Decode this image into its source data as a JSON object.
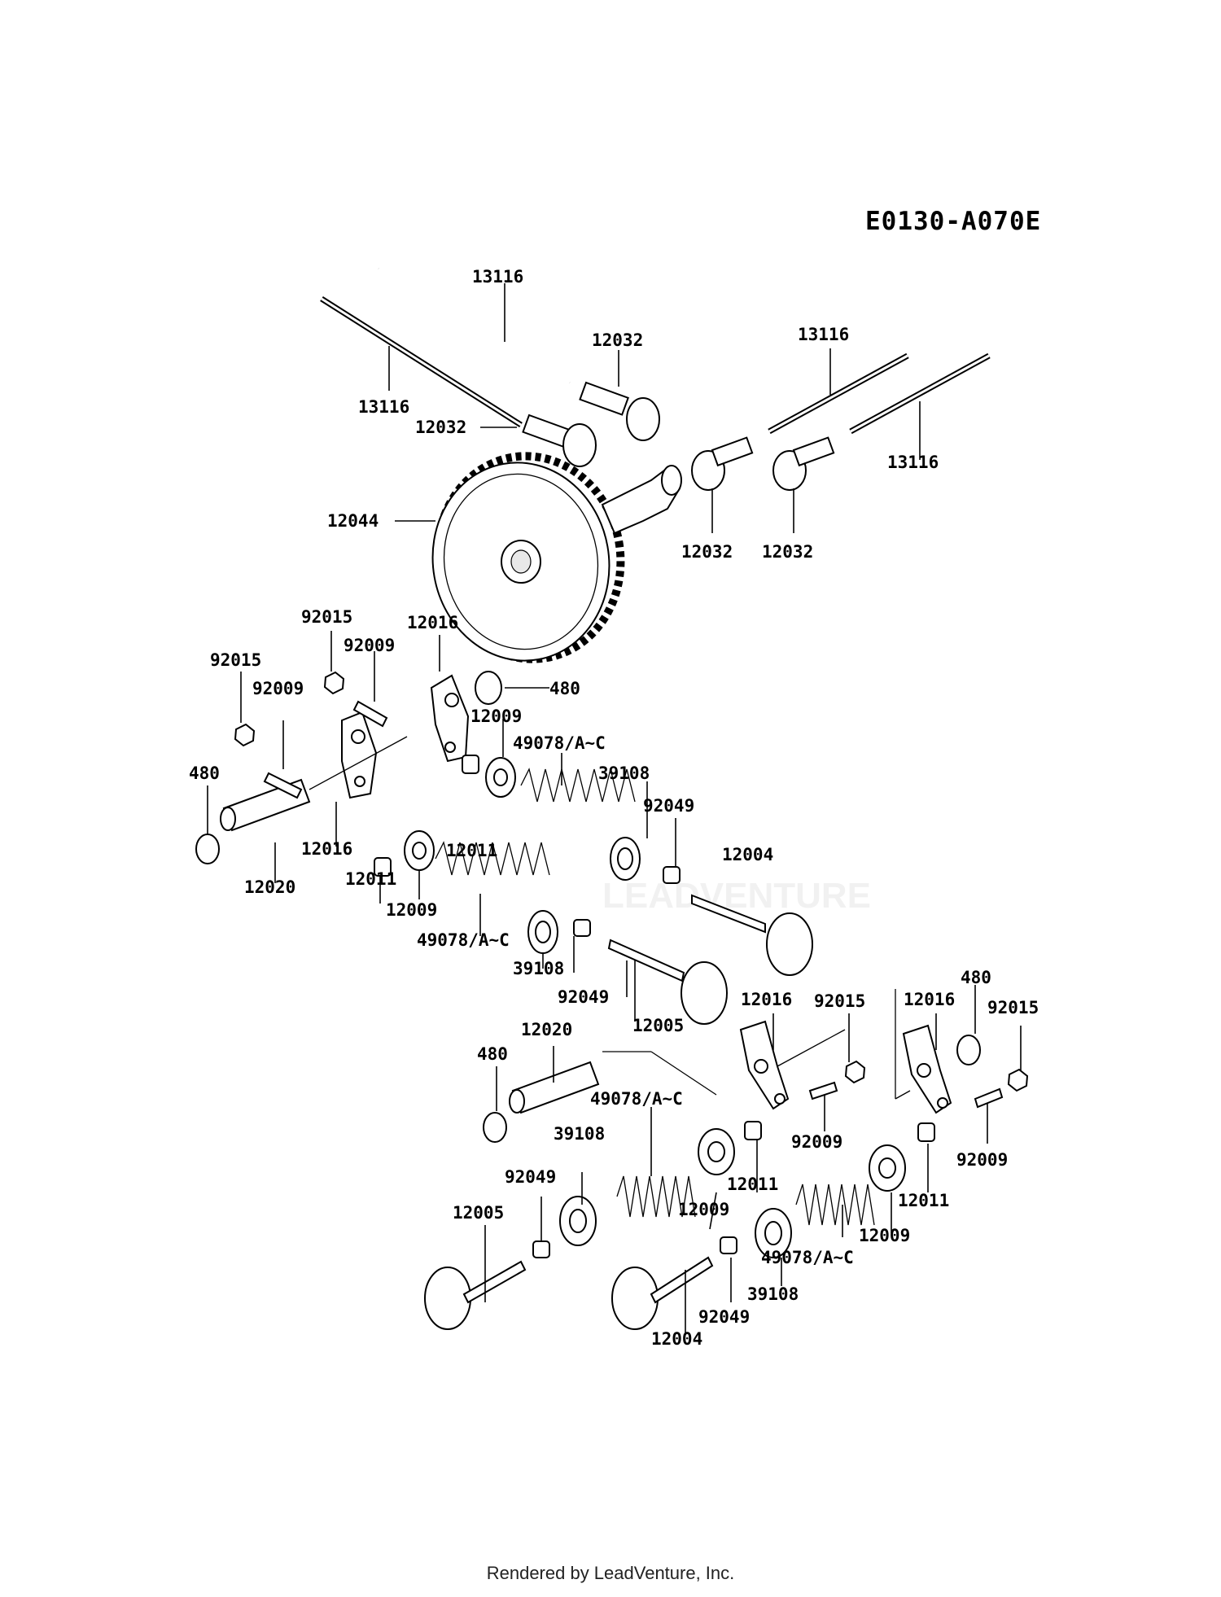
{
  "diagram": {
    "reference_code": "E0130-A070E",
    "watermark_text": "LEADVENTURE",
    "footer_text": "Rendered by LeadVenture, Inc.",
    "labels": [
      "13116",
      "13116",
      "13116",
      "13116",
      "12032",
      "12032",
      "12032",
      "12032",
      "12044",
      "92015",
      "92015",
      "92015",
      "92015",
      "92009",
      "92009",
      "92009",
      "92009",
      "12016",
      "12016",
      "12016",
      "12016",
      "480",
      "480",
      "480",
      "480",
      "12009",
      "12009",
      "12009",
      "12009",
      "49078/A~C",
      "49078/A~C",
      "49078/A~C",
      "49078/A~C",
      "39108",
      "39108",
      "39108",
      "39108",
      "92049",
      "92049",
      "92049",
      "92049",
      "12004",
      "12004",
      "12005",
      "12005",
      "12011",
      "12011",
      "12011",
      "12011",
      "12020",
      "12020"
    ]
  }
}
